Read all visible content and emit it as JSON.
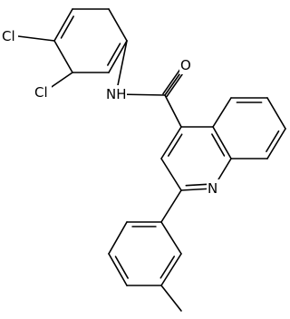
{
  "molecule": {
    "labels": {
      "cl_top": "Cl",
      "cl_bottom": "Cl",
      "amide_n": "NH",
      "carbonyl_o": "O",
      "ring_n": "N"
    }
  },
  "colors": {
    "bond": "#000000",
    "label": "#000000",
    "background": "#ffffff"
  }
}
